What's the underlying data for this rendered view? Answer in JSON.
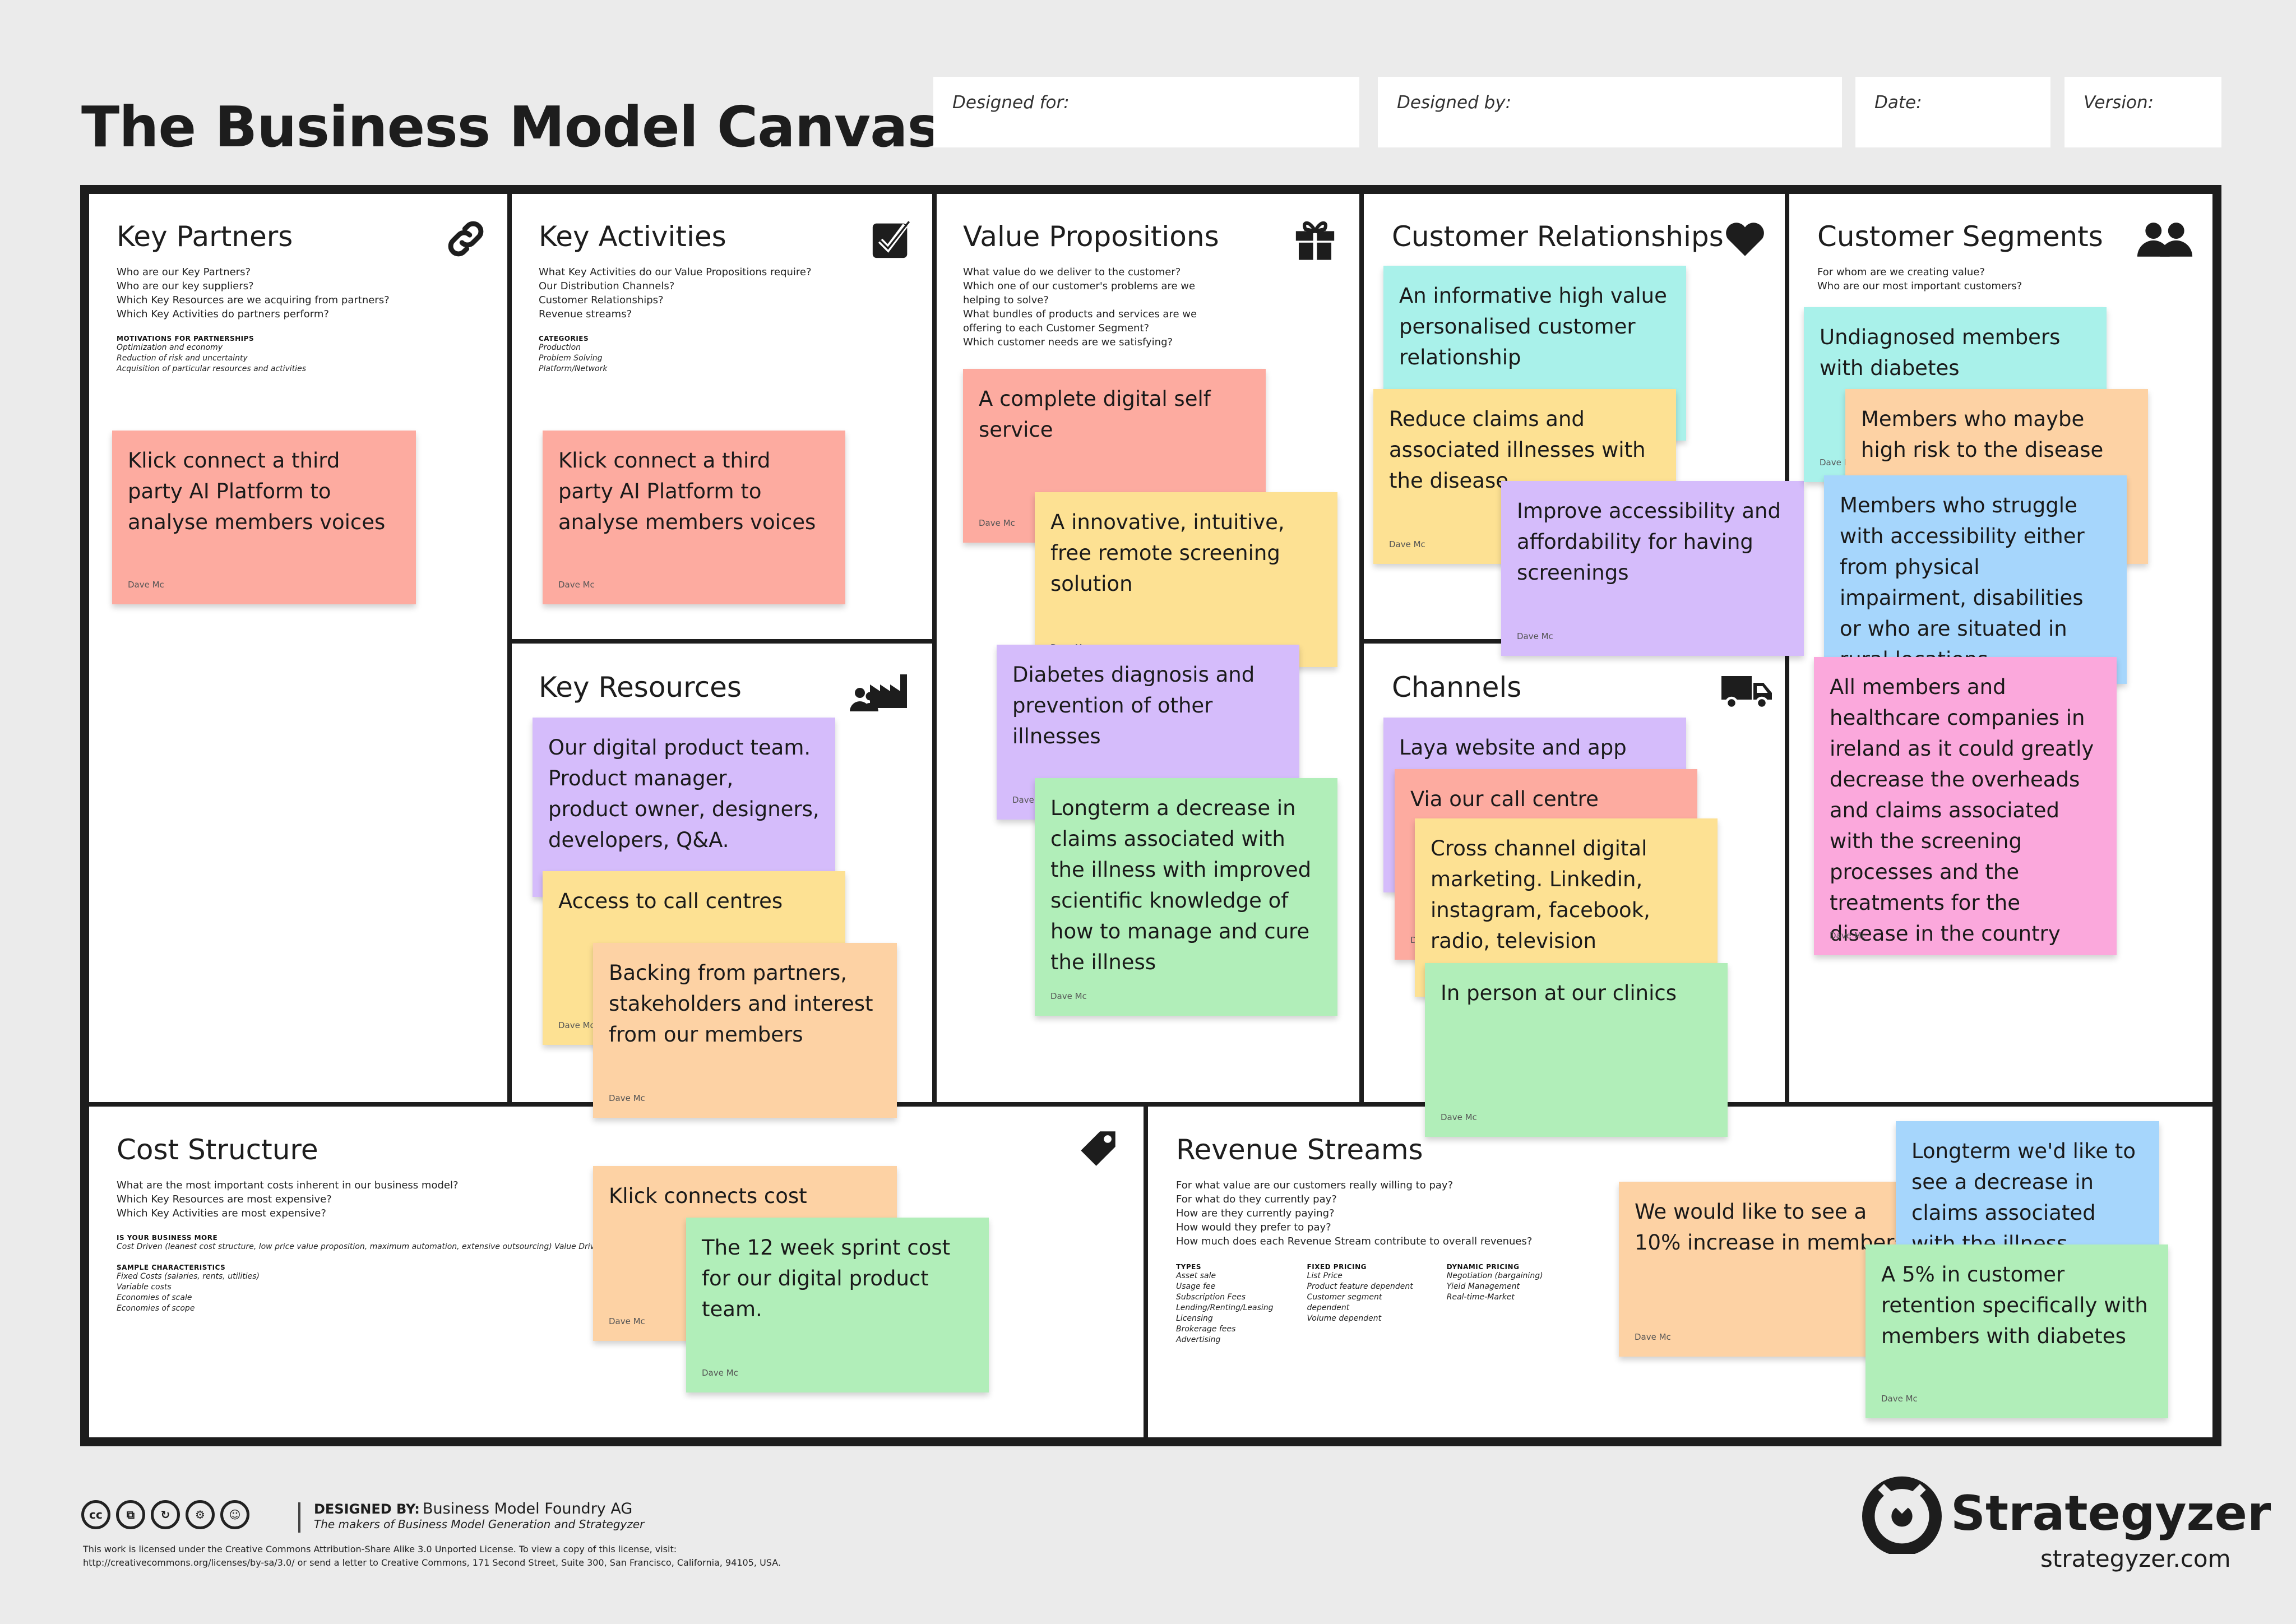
{
  "header": {
    "title": "The Business Model Canvas",
    "designed_for": "Designed for:",
    "designed_by": "Designed by:",
    "date": "Date:",
    "version": "Version:"
  },
  "sections": {
    "key_partners": {
      "title": "Key Partners",
      "questions": "Who are our Key Partners?\nWho are our key suppliers?\nWhich Key Resources are we acquiring from partners?\nWhich Key Activities do partners perform?",
      "sub_heading": "MOTIVATIONS FOR PARTNERSHIPS",
      "sub_items": "Optimization and economy\nReduction of risk and uncertainty\nAcquisition of particular resources and activities"
    },
    "key_activities": {
      "title": "Key Activities",
      "questions": "What Key Activities do our Value Propositions require?\nOur Distribution Channels?\nCustomer Relationships?\nRevenue streams?",
      "sub_heading": "CATEGORIES",
      "sub_items": "Production\nProblem Solving\nPlatform/Network"
    },
    "key_resources": {
      "title": "Key Resources"
    },
    "value_propositions": {
      "title": "Value Propositions",
      "questions": "What value do we deliver to the customer?\nWhich one of our customer's problems are we\nhelping to solve?\nWhat bundles of products and services are we\noffering to each Customer Segment?\nWhich customer needs are we satisfying?"
    },
    "customer_relationships": {
      "title": "Customer Relationships"
    },
    "channels": {
      "title": "Channels"
    },
    "customer_segments": {
      "title": "Customer Segments",
      "questions": "For whom are we creating value?\nWho are our most important customers?"
    },
    "cost_structure": {
      "title": "Cost Structure",
      "questions": "What are the most important costs inherent in our business model?\nWhich Key Resources are most expensive?\nWhich Key Activities are most expensive?",
      "sub_heading1": "IS YOUR BUSINESS MORE",
      "sub_items1": "Cost Driven (leanest cost structure, low price value proposition, maximum automation, extensive outsourcing)\nValue Driven (focused on value creation, premium value proposition)",
      "sub_heading2": "SAMPLE CHARACTERISTICS",
      "sub_items2": "Fixed Costs (salaries, rents, utilities)\nVariable costs\nEconomies of scale\nEconomies of scope"
    },
    "revenue_streams": {
      "title": "Revenue Streams",
      "questions": "For what value are our customers really willing to pay?\nFor what do they currently pay?\nHow are they currently paying?\nHow would they prefer to pay?\nHow much does each Revenue Stream contribute to overall revenues?",
      "col1_heading": "TYPES",
      "col1_items": "Asset sale\nUsage fee\nSubscription Fees\nLending/Renting/Leasing\nLicensing\nBrokerage fees\nAdvertising",
      "col2_heading": "FIXED PRICING",
      "col2_items": "List Price\nProduct feature dependent\nCustomer segment\ndependent\nVolume dependent",
      "col3_heading": "DYNAMIC PRICING",
      "col3_items": "Negotiation (bargaining)\nYield Management\nReal-time-Market"
    }
  },
  "author": "Dave Mc",
  "notes": [
    {
      "text": "Klick connect a third party AI Platform to analyse members voices",
      "color": "#fdaba0"
    },
    {
      "text": "Klick connect a third party AI Platform to analyse members voices",
      "color": "#fdaba0"
    },
    {
      "text": "Our digital product team. Product manager, product owner, designers, developers, Q&A.",
      "color": "#d5bcfb"
    },
    {
      "text": "Access to call centres",
      "color": "#fde193"
    },
    {
      "text": "Backing from partners, stakeholders and interest from our members",
      "color": "#fdd2a4"
    },
    {
      "text": "A complete digital self service",
      "color": "#fdaba0"
    },
    {
      "text": "A innovative, intuitive, free remote screening solution",
      "color": "#fde193"
    },
    {
      "text": "Diabetes diagnosis and prevention of other illnesses",
      "color": "#d5bcfb"
    },
    {
      "text": "Longterm a decrease in claims associated with the illness with improved scientific knowledge of how to manage and cure the illness",
      "color": "#b1eeb9"
    },
    {
      "text": "An informative high value personalised customer relationship",
      "color": "#a9f1ea"
    },
    {
      "text": "Reduce claims and associated illnesses with the disease",
      "color": "#fde193"
    },
    {
      "text": "Improve accessibility and affordability for having screenings",
      "color": "#d5bcfb"
    },
    {
      "text": "Laya website and app",
      "color": "#d5bcfb"
    },
    {
      "text": "Via our call centre",
      "color": "#fdaba0"
    },
    {
      "text": "Cross channel digital marketing. Linkedin, instagram, facebook, radio, television",
      "color": "#fde193"
    },
    {
      "text": "In person at our clinics",
      "color": "#b1eeb9"
    },
    {
      "text": "Undiagnosed members with diabetes",
      "color": "#a9f1ea"
    },
    {
      "text": "Members who maybe high risk to the disease",
      "color": "#fdd2a4"
    },
    {
      "text": "Members who struggle with accessibility either from physical impairment, disabilities or who are situated in rural locations",
      "color": "#a6d6fc"
    },
    {
      "text": "All members and healthcare companies in ireland as it could greatly decrease the overheads and claims associated with the screening processes and the treatments for the disease in the country",
      "color": "#fba8dc"
    },
    {
      "text": "Klick connects cost",
      "color": "#fdd2a4"
    },
    {
      "text": "The 12 week sprint cost for our digital product team.",
      "color": "#b1eeb9"
    },
    {
      "text": "We would like to see a 10% increase in members",
      "color": "#fdd2a4"
    },
    {
      "text": "Longterm we'd like to see a decrease in claims associated with the illness",
      "color": "#a6d6fc"
    },
    {
      "text": "A 5% in customer retention specifically with members with diabetes",
      "color": "#b1eeb9"
    }
  ],
  "footer": {
    "designed_by_label": "DESIGNED BY:",
    "designed_by": "Business Model Foundry AG",
    "tagline": "The makers of Business Model Generation and Strategyzer",
    "license": "This work is licensed under the Creative Commons Attribution-Share Alike 3.0 Unported License. To view a copy of this license, visit:\nhttp://creativecommons.org/licenses/by-sa/3.0/ or send a letter to Creative Commons, 171 Second Street, Suite 300, San Francisco, California, 94105, USA.",
    "brand": "Strategyzer",
    "url": "strategyzer.com"
  }
}
